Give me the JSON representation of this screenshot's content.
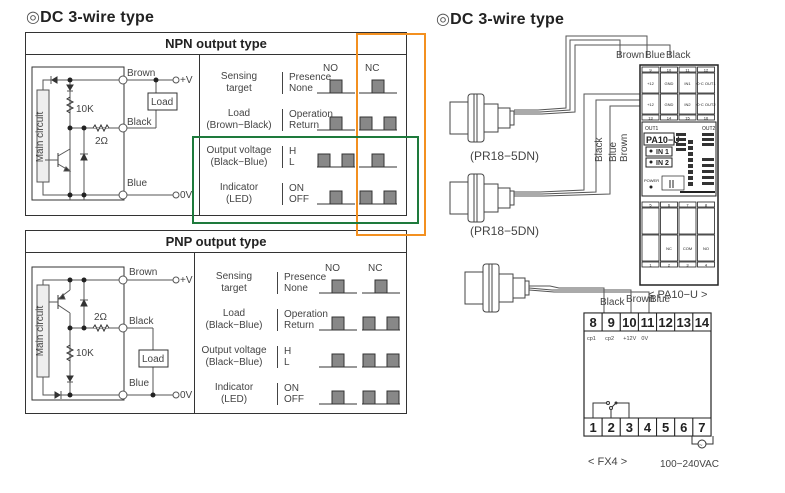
{
  "left": {
    "title_mark": "◎",
    "title": "DC 3-wire type",
    "npn": {
      "heading": "NPN output type",
      "circuit": {
        "main_circuit": "Main circuit",
        "resistor1": "10K",
        "resistor2": "2Ω",
        "load": "Load",
        "wires": [
          "Brown",
          "Black",
          "Blue"
        ],
        "terminals": [
          "+V",
          "0V"
        ]
      },
      "columns": [
        "NO",
        "NC"
      ],
      "rows": [
        {
          "name_line1": "Sensing",
          "name_line2": "target",
          "state_high": "Presence",
          "state_low": "None",
          "no_pattern": "pulse",
          "nc_pattern": "pulse"
        },
        {
          "name_line1": "Load",
          "name_line2": "(Brown−Black)",
          "state_high": "Operation",
          "state_low": "Return",
          "no_pattern": "pulse",
          "nc_pattern": "inverted"
        },
        {
          "name_line1": "Output voltage",
          "name_line2": "(Black−Blue)",
          "state_high": "H",
          "state_low": "L",
          "no_pattern": "inverted",
          "nc_pattern": "pulse"
        },
        {
          "name_line1": "Indicator",
          "name_line2": "(LED)",
          "state_high": "ON",
          "state_low": "OFF",
          "no_pattern": "pulse",
          "nc_pattern": "inverted"
        }
      ]
    },
    "pnp": {
      "heading": "PNP output type",
      "circuit": {
        "main_circuit": "Main circuit",
        "resistor1": "10K",
        "resistor2": "2Ω",
        "load": "Load",
        "wires": [
          "Brown",
          "Black",
          "Blue"
        ],
        "terminals": [
          "+V",
          "0V"
        ]
      },
      "columns": [
        "NO",
        "NC"
      ],
      "rows": [
        {
          "name_line1": "Sensing",
          "name_line2": "target",
          "state_high": "Presence",
          "state_low": "None",
          "no_pattern": "pulse",
          "nc_pattern": "pulse"
        },
        {
          "name_line1": "Load",
          "name_line2": "(Black−Blue)",
          "state_high": "Operation",
          "state_low": "Return",
          "no_pattern": "pulse",
          "nc_pattern": "inverted"
        },
        {
          "name_line1": "Output voltage",
          "name_line2": "(Black−Blue)",
          "state_high": "H",
          "state_low": "L",
          "no_pattern": "pulse",
          "nc_pattern": "inverted"
        },
        {
          "name_line1": "Indicator",
          "name_line2": "(LED)",
          "state_high": "ON",
          "state_low": "OFF",
          "no_pattern": "pulse",
          "nc_pattern": "inverted"
        }
      ]
    },
    "highlights": {
      "orange": "#f39020",
      "green": "#1e7a3c"
    }
  },
  "right": {
    "title_mark": "◎",
    "title": "DC 3-wire type",
    "sensor_model": "(PR18−5DN)",
    "pa10": {
      "caption": "< PA10−U >",
      "model": "PA10−U",
      "top_wire_labels": [
        "Brown",
        "Blue",
        "Black"
      ],
      "vertical_wire_labels": [
        "Black",
        "Blue",
        "Brown"
      ],
      "top_terminals_numbers": [
        "9",
        "10",
        "11",
        "12"
      ],
      "top_terminals_labels": [
        "+12",
        "GND",
        "IN1",
        "O·C OUT1"
      ],
      "mid_terminals_labels": [
        "+12",
        "GND",
        "IN2",
        "O·C OUT2"
      ],
      "mid_terminals_numbers": [
        "13",
        "14",
        "15",
        "16"
      ],
      "outputs": [
        "OUT1",
        "OUT2"
      ],
      "inputs": [
        "IN 1",
        "IN 2"
      ],
      "power": "POWER",
      "bottom_terminals_numbers_top": [
        "5",
        "6",
        "7",
        "8"
      ],
      "bottom_terminals_labels": [
        "",
        "NC",
        "COM",
        "NO"
      ],
      "bottom_terminals_numbers": [
        "1",
        "2",
        "3",
        "4"
      ]
    },
    "fx4": {
      "caption": "< FX4 >",
      "wire_labels": [
        "Black",
        "Brown",
        "Blue"
      ],
      "top_terminals": [
        "8",
        "9",
        "10",
        "11",
        "12",
        "13",
        "14"
      ],
      "top_terminal_sublabels": [
        "cp1",
        "cp2",
        "+12V",
        "0V"
      ],
      "bottom_terminals": [
        "1",
        "2",
        "3",
        "4",
        "5",
        "6",
        "7"
      ],
      "power_label": "100−240VAC"
    }
  }
}
